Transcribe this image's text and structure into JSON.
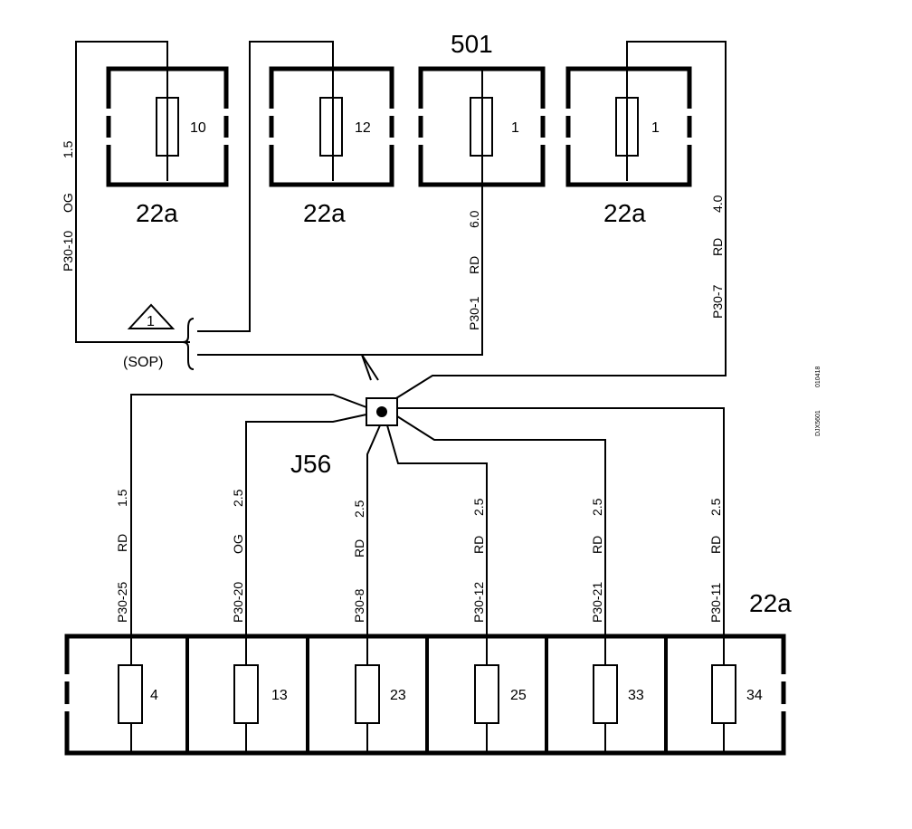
{
  "diagram": {
    "top_group_label": "501",
    "junction_label": "J56",
    "bottom_group_label": "22a",
    "code": "DJX5601",
    "code_date": "010418",
    "top_fuses": [
      {
        "number": "10",
        "box_label": "22a"
      },
      {
        "number": "12",
        "box_label": "22a"
      },
      {
        "number": "1",
        "box_label": ""
      },
      {
        "number": "1",
        "box_label": "22a"
      }
    ],
    "top_wires": [
      {
        "circuit": "P30-10",
        "color": "OG",
        "gauge": "1.5"
      },
      {
        "circuit": "P30-1",
        "color": "RD",
        "gauge": "6.0"
      },
      {
        "circuit": "P30-7",
        "color": "RD",
        "gauge": "4.0"
      }
    ],
    "note_symbol": "1",
    "note_text": "(SOP)",
    "bottom_fuses": [
      {
        "number": "4",
        "circuit": "P30-25",
        "color": "RD",
        "gauge": "1.5"
      },
      {
        "number": "13",
        "circuit": "P30-20",
        "color": "OG",
        "gauge": "2.5"
      },
      {
        "number": "23",
        "circuit": "P30-8",
        "color": "RD",
        "gauge": "2.5"
      },
      {
        "number": "25",
        "circuit": "P30-12",
        "color": "RD",
        "gauge": "2.5"
      },
      {
        "number": "33",
        "circuit": "P30-21",
        "color": "RD",
        "gauge": "2.5"
      },
      {
        "number": "34",
        "circuit": "P30-11",
        "color": "RD",
        "gauge": "2.5"
      }
    ]
  }
}
